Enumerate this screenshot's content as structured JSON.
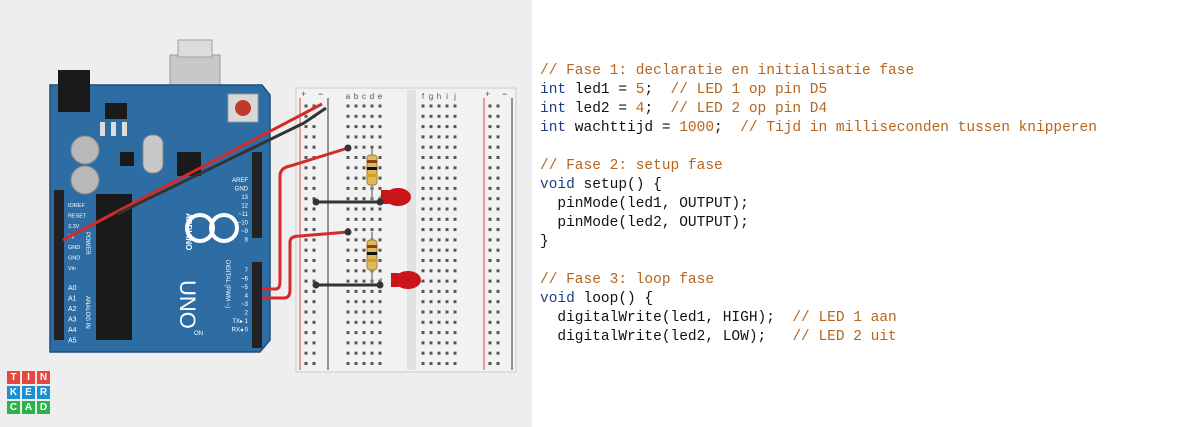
{
  "logo": {
    "letters": [
      "T",
      "I",
      "N",
      "K",
      "E",
      "R",
      "C",
      "A",
      "D"
    ],
    "colors": [
      "#e8473f",
      "#e8473f",
      "#e8473f",
      "#1b8fd1",
      "#1b8fd1",
      "#1b8fd1",
      "#2bb34a",
      "#2bb34a",
      "#2bb34a"
    ]
  },
  "board": {
    "brand": "ARDUINO",
    "model": "UNO",
    "power_header_labels": [
      "IOREF",
      "RESET",
      "3.3V",
      "5V",
      "GND",
      "GND",
      "Vin"
    ],
    "power_title": "POWER",
    "analog_labels": [
      "A0",
      "A1",
      "A2",
      "A3",
      "A4",
      "A5"
    ],
    "analog_title": "ANALOG IN",
    "digital_top_labels": [
      "AREF",
      "GND",
      "13",
      "12",
      "~11",
      "~10",
      "~9",
      "8"
    ],
    "digital_bottom_labels": [
      "7",
      "~6",
      "~5",
      "4",
      "~3",
      "2",
      "TX▸ 1",
      "RX◂ 0"
    ],
    "digital_title": "DIGITAL (PWM ~)",
    "on_label": "ON",
    "colors": {
      "pcb": "#2e6da4",
      "pcb_edge": "#1f4f7a",
      "header": "#222222",
      "chip": "#1a1a1a"
    }
  },
  "breadboard": {
    "column_labels_left": [
      "a",
      "b",
      "c",
      "d",
      "e"
    ],
    "column_labels_right": [
      "f",
      "g",
      "h",
      "i",
      "j"
    ],
    "rail_plus": "+",
    "rail_minus": "−",
    "row_count": 26
  },
  "components": {
    "led_color": "#c9141a",
    "wire_red": "#d42a2a",
    "wire_black": "#333333"
  },
  "code": {
    "lines": [
      [
        {
          "t": "// Fase 1: declaratie en initialisatie fase",
          "c": "comment"
        }
      ],
      [
        {
          "t": "int",
          "c": "type"
        },
        {
          "t": " led1 = ",
          "c": "plain"
        },
        {
          "t": "5",
          "c": "num"
        },
        {
          "t": ";  ",
          "c": "plain"
        },
        {
          "t": "// LED 1 op pin D5",
          "c": "comment"
        }
      ],
      [
        {
          "t": "int",
          "c": "type"
        },
        {
          "t": " led2 = ",
          "c": "plain"
        },
        {
          "t": "4",
          "c": "num"
        },
        {
          "t": ";  ",
          "c": "plain"
        },
        {
          "t": "// LED 2 op pin D4",
          "c": "comment"
        }
      ],
      [
        {
          "t": "int",
          "c": "type"
        },
        {
          "t": " wachttijd = ",
          "c": "plain"
        },
        {
          "t": "1000",
          "c": "num"
        },
        {
          "t": ";  ",
          "c": "plain"
        },
        {
          "t": "// Tijd in milliseconden tussen knipperen",
          "c": "comment"
        }
      ],
      [
        {
          "t": "",
          "c": "plain"
        }
      ],
      [
        {
          "t": "// Fase 2: setup fase",
          "c": "comment"
        }
      ],
      [
        {
          "t": "void",
          "c": "kw"
        },
        {
          "t": " setup() {",
          "c": "plain"
        }
      ],
      [
        {
          "t": "  pinMode(led1, OUTPUT);",
          "c": "plain"
        }
      ],
      [
        {
          "t": "  pinMode(led2, OUTPUT);",
          "c": "plain"
        }
      ],
      [
        {
          "t": "}",
          "c": "plain"
        }
      ],
      [
        {
          "t": "",
          "c": "plain"
        }
      ],
      [
        {
          "t": "// Fase 3: loop fase",
          "c": "comment"
        }
      ],
      [
        {
          "t": "void",
          "c": "kw"
        },
        {
          "t": " loop() {",
          "c": "plain"
        }
      ],
      [
        {
          "t": "  digitalWrite(led1, HIGH);  ",
          "c": "plain"
        },
        {
          "t": "// LED 1 aan",
          "c": "comment"
        }
      ],
      [
        {
          "t": "  digitalWrite(led2, LOW);   ",
          "c": "plain"
        },
        {
          "t": "// LED 2 uit",
          "c": "comment"
        }
      ]
    ]
  }
}
